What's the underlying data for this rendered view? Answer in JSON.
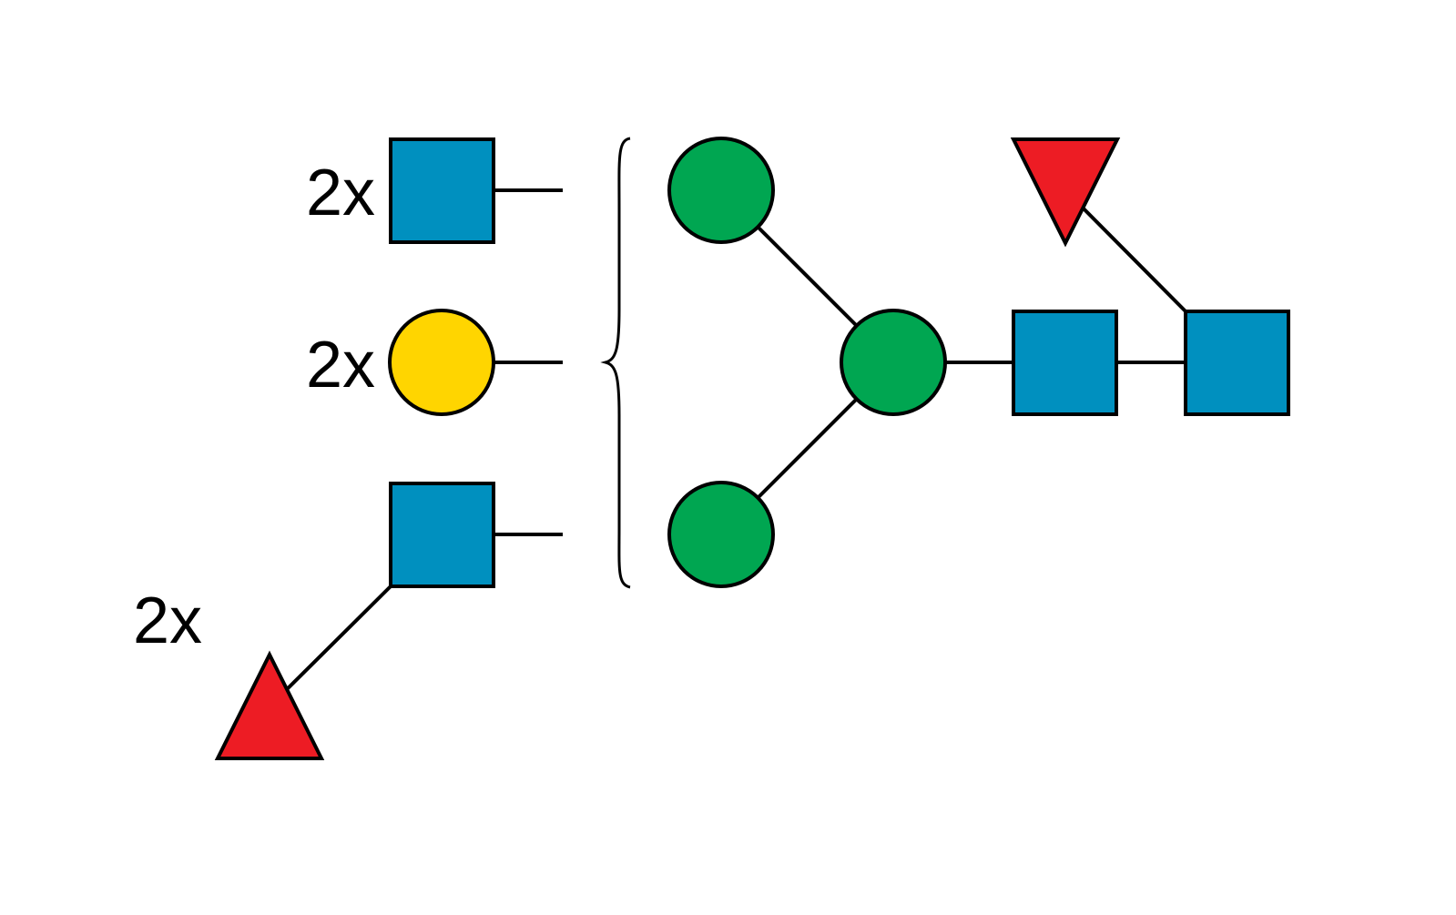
{
  "colors": {
    "glcnac_blue": "#0090BF",
    "galactose_yellow": "#FFD500",
    "mannose_green": "#00A651",
    "fucose_red": "#ED1C24",
    "line": "#000000",
    "background": "#FFFFFF"
  },
  "labels": {
    "count_glcnac_top": "2x",
    "count_galactose": "2x",
    "count_fucose_branch": "2x"
  },
  "symbols": {
    "antenna_glcnac": "blue-square-glcnac-icon",
    "antenna_galactose": "yellow-circle-galactose-icon",
    "antenna_glcnac_fucosylated": "blue-square-glcnac-icon",
    "antenna_fucose": "red-triangle-fucose-icon",
    "branch_mannose_upper": "green-circle-mannose-icon",
    "branch_mannose_lower": "green-circle-mannose-icon",
    "core_mannose": "green-circle-mannose-icon",
    "core_glcnac_1": "blue-square-glcnac-icon",
    "core_glcnac_reducing": "blue-square-glcnac-icon",
    "core_fucose": "red-triangle-fucose-icon"
  }
}
